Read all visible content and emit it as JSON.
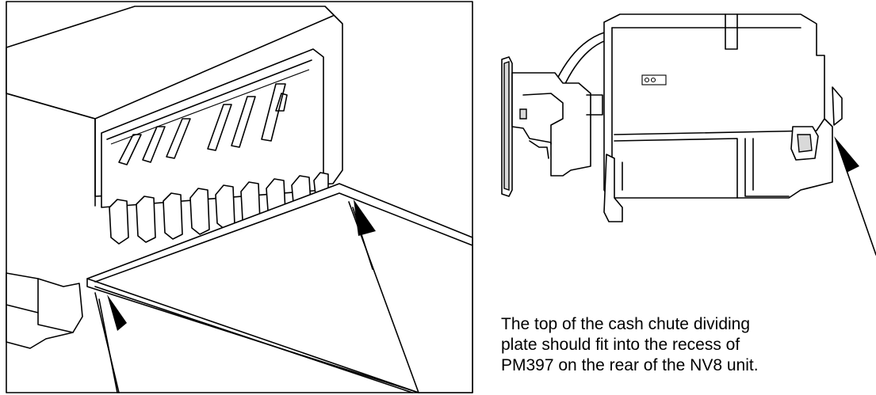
{
  "caption": {
    "lines": [
      "The top of the cash chute dividing",
      "plate should fit into the recess of",
      "PM397 on the rear of the NV8 unit."
    ]
  },
  "icons": {
    "arrow": "arrow-icon"
  }
}
